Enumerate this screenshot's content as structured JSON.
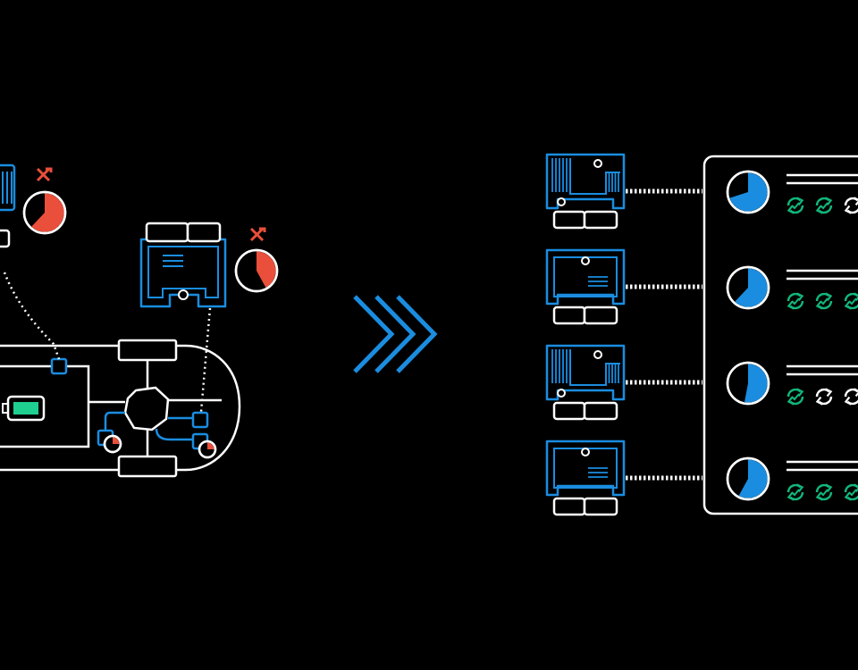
{
  "colors": {
    "background": "#000000",
    "outline": "#ffffff",
    "accent_blue": "#1a8de0",
    "alert_red": "#ea4f3b",
    "ok_green": "#12b77c",
    "battery_green": "#1fcf90"
  },
  "left_panel": {
    "vehicle_icons": [
      "battery-icon",
      "motor-icon",
      "wheel-axle-icon"
    ],
    "ecus": [
      {
        "name": "ecu-top-left",
        "status_icon": "wrench-hammer-icon",
        "gauge_level": 0.62
      },
      {
        "name": "ecu-top-right",
        "status_icon": "wrench-hammer-icon",
        "gauge_level": 0.42
      }
    ],
    "sensor_gauges": [
      0.25,
      0.25
    ]
  },
  "transition": {
    "icon": "triple-chevron-right-icon"
  },
  "right_panel": {
    "rows": [
      {
        "ecu_variant": "heatsink",
        "gauge_level": 0.7,
        "sync_icons": [
          "ok",
          "ok",
          "pending"
        ]
      },
      {
        "ecu_variant": "flat",
        "gauge_level": 0.62,
        "sync_icons": [
          "ok",
          "ok",
          "ok"
        ]
      },
      {
        "ecu_variant": "heatsink",
        "gauge_level": 0.53,
        "sync_icons": [
          "ok",
          "pending",
          "pending"
        ]
      },
      {
        "ecu_variant": "flat",
        "gauge_level": 0.58,
        "sync_icons": [
          "ok",
          "ok",
          "ok"
        ]
      }
    ]
  }
}
